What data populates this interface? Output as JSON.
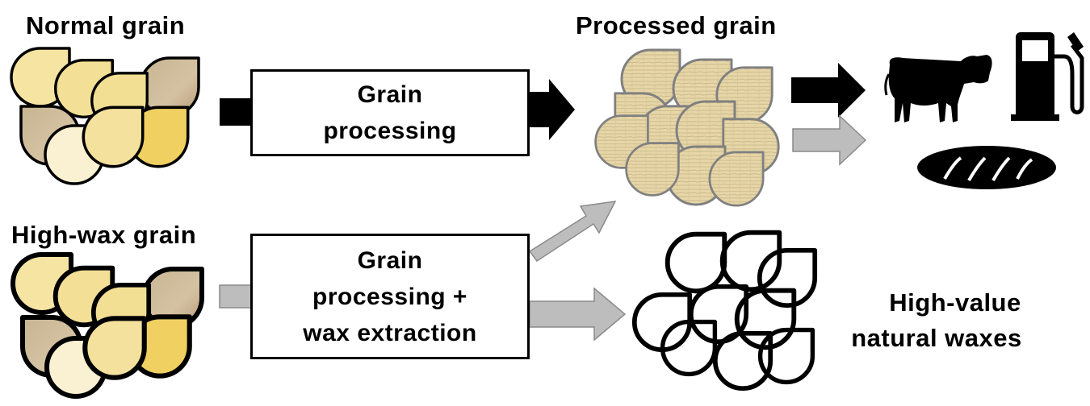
{
  "labels": {
    "normal_grain": "Normal grain",
    "high_wax_grain": "High-wax grain",
    "processed_grain": "Processed grain",
    "high_value_line1": "High-value",
    "high_value_line2": "natural waxes"
  },
  "boxes": {
    "grain_processing": {
      "line1": "Grain",
      "line2": "processing"
    },
    "wax_extraction": {
      "line1": "Grain",
      "line2": "processing +",
      "line3": "wax extraction"
    }
  },
  "colors": {
    "arrow_black": "#000000",
    "arrow_gray": "#bdbdbd",
    "grain_light": "#f5e3a0",
    "grain_yellow": "#f2dd8e",
    "grain_gold": "#f0cf5e",
    "grain_pale": "#faf0d2",
    "grain_brown": "#c9b38f",
    "processed_fill": "#e6d6a8",
    "processed_stroke": "#808080"
  },
  "icons": {
    "products": [
      "cow-icon",
      "fuel-pump-icon",
      "bread-icon"
    ]
  }
}
